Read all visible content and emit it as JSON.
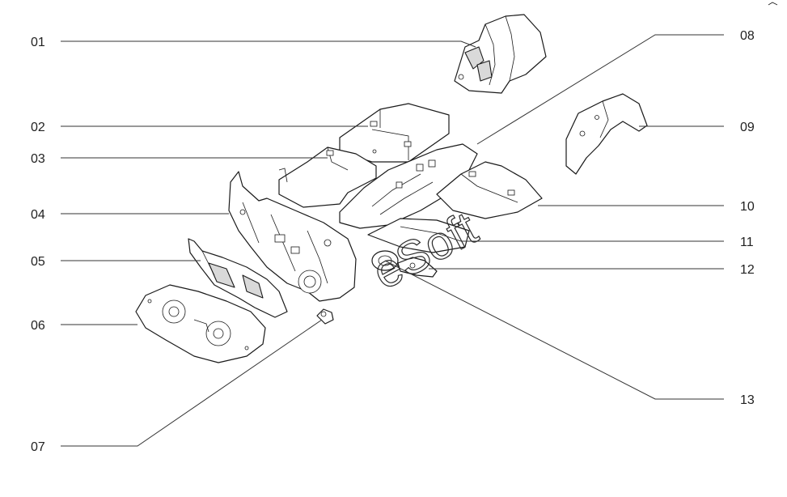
{
  "callouts": {
    "c01": "01",
    "c02": "02",
    "c03": "03",
    "c04": "04",
    "c05": "05",
    "c06": "06",
    "c07": "07",
    "c08": "08",
    "c09": "09",
    "c10": "10",
    "c11": "11",
    "c12": "12",
    "c13": "13"
  },
  "watermark": "eSoft"
}
